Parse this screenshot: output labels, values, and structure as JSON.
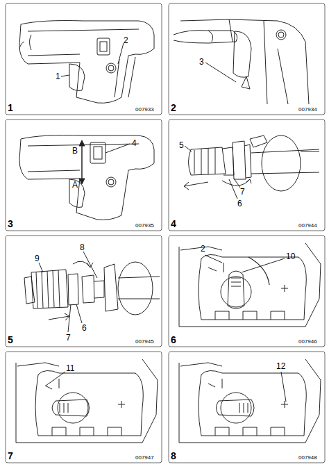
{
  "diagram": {
    "labels": [
      "1",
      "2",
      "1",
      "007933",
      "3",
      "2",
      "007934",
      "4",
      "B",
      "A",
      "3",
      "007935",
      "5",
      "7",
      "6",
      "4",
      "007944",
      "8",
      "9",
      "6",
      "7",
      "5",
      "007945",
      "2",
      "10",
      "6",
      "007946",
      "11",
      "7",
      "007947",
      "12",
      "8",
      "007948"
    ]
  }
}
